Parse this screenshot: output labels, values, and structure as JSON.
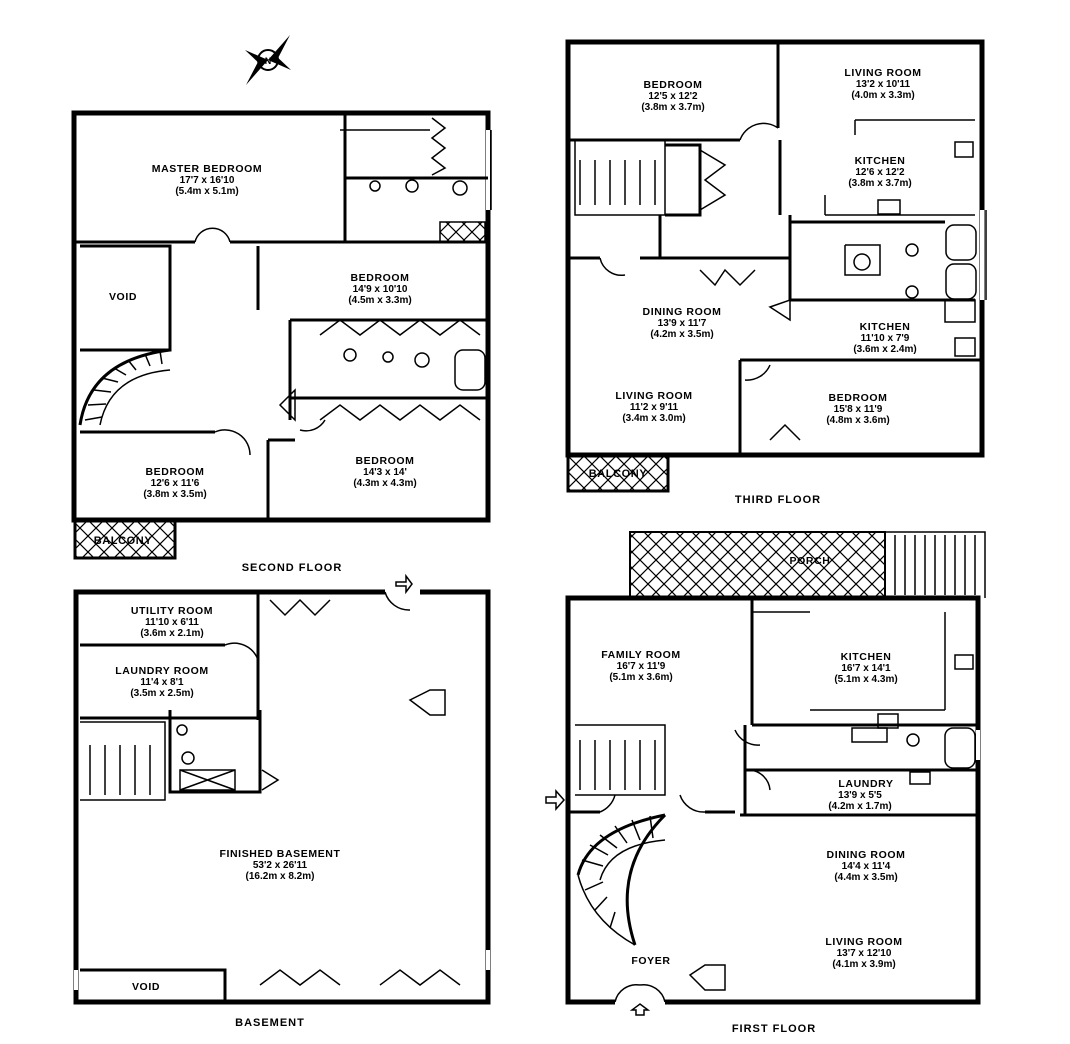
{
  "compass": {
    "label": "N",
    "icon": "north-compass-icon"
  },
  "floors": {
    "second": {
      "title": "SECOND FLOOR",
      "rooms": [
        {
          "name": "MASTER BEDROOM",
          "dim_imperial": "17'7 x 16'10",
          "dim_metric": "(5.4m x 5.1m)"
        },
        {
          "name": "BEDROOM",
          "dim_imperial": "14'9 x 10'10",
          "dim_metric": "(4.5m x 3.3m)"
        },
        {
          "name": "VOID"
        },
        {
          "name": "BEDROOM",
          "dim_imperial": "14'3 x 14'",
          "dim_metric": "(4.3m x 4.3m)"
        },
        {
          "name": "BEDROOM",
          "dim_imperial": "12'6 x 11'6",
          "dim_metric": "(3.8m x 3.5m)"
        },
        {
          "name": "BALCONY"
        }
      ]
    },
    "third": {
      "title": "THIRD FLOOR",
      "rooms": [
        {
          "name": "BEDROOM",
          "dim_imperial": "12'5 x 12'2",
          "dim_metric": "(3.8m x 3.7m)"
        },
        {
          "name": "LIVING ROOM",
          "dim_imperial": "13'2 x 10'11",
          "dim_metric": "(4.0m x 3.3m)"
        },
        {
          "name": "KITCHEN",
          "dim_imperial": "12'6 x 12'2",
          "dim_metric": "(3.8m x 3.7m)"
        },
        {
          "name": "DINING ROOM",
          "dim_imperial": "13'9 x 11'7",
          "dim_metric": "(4.2m x 3.5m)"
        },
        {
          "name": "KITCHEN",
          "dim_imperial": "11'10 x 7'9",
          "dim_metric": "(3.6m x 2.4m)"
        },
        {
          "name": "LIVING ROOM",
          "dim_imperial": "11'2 x 9'11",
          "dim_metric": "(3.4m x 3.0m)"
        },
        {
          "name": "BEDROOM",
          "dim_imperial": "15'8 x 11'9",
          "dim_metric": "(4.8m x 3.6m)"
        },
        {
          "name": "BALCONY"
        }
      ]
    },
    "basement": {
      "title": "BASEMENT",
      "rooms": [
        {
          "name": "UTILITY ROOM",
          "dim_imperial": "11'10 x 6'11",
          "dim_metric": "(3.6m x 2.1m)"
        },
        {
          "name": "LAUNDRY ROOM",
          "dim_imperial": "11'4 x 8'1",
          "dim_metric": "(3.5m x 2.5m)"
        },
        {
          "name": "FINISHED BASEMENT",
          "dim_imperial": "53'2 x 26'11",
          "dim_metric": "(16.2m x 8.2m)"
        },
        {
          "name": "VOID"
        }
      ]
    },
    "first": {
      "title": "FIRST FLOOR",
      "rooms": [
        {
          "name": "PORCH"
        },
        {
          "name": "FAMILY ROOM",
          "dim_imperial": "16'7 x 11'9",
          "dim_metric": "(5.1m x 3.6m)"
        },
        {
          "name": "KITCHEN",
          "dim_imperial": "16'7 x 14'1",
          "dim_metric": "(5.1m x 4.3m)"
        },
        {
          "name": "LAUNDRY",
          "dim_imperial": "13'9 x 5'5",
          "dim_metric": "(4.2m x 1.7m)"
        },
        {
          "name": "DINING ROOM",
          "dim_imperial": "14'4 x 11'4",
          "dim_metric": "(4.4m x 3.5m)"
        },
        {
          "name": "LIVING ROOM",
          "dim_imperial": "13'7 x 12'10",
          "dim_metric": "(4.1m x 3.9m)"
        },
        {
          "name": "FOYER"
        }
      ]
    }
  }
}
